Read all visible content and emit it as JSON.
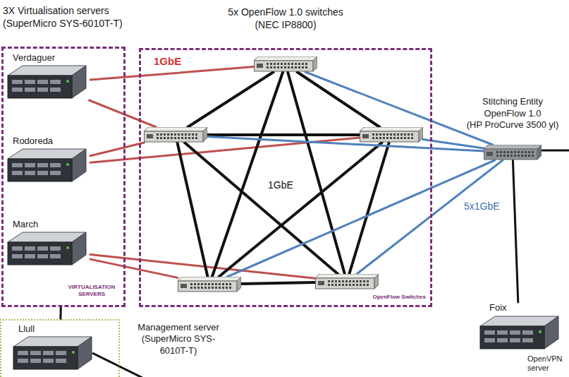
{
  "diagram": {
    "nodes": [
      {
        "text": [
          "3X Virtualisation servers (SuperMicro SYS-6010T-T)",
          "VIRTUALISATION SERVERS"
        ]
      },
      {
        "text": [
          "Verdaguer"
        ],
        "in": 0
      },
      {
        "text": [
          "Rodoreda"
        ],
        "in": 0
      },
      {
        "text": [
          "March"
        ],
        "in": 0
      },
      {
        "text": [
          "5x OpenFlow 1.0 switches (NEC IP8800)",
          "OpenFlow Switches"
        ]
      },
      {
        "text": [],
        "in": 4
      },
      {
        "text": [],
        "in": 4
      },
      {
        "text": [],
        "in": 4
      },
      {
        "text": [],
        "in": 4
      },
      {
        "text": [],
        "in": 4
      },
      {
        "text": [
          "Stitching Entity OpenFlow 1.0",
          "(HP ProCurve 3500 yl)"
        ]
      },
      {
        "text": [
          "Management server (SuperMicro SYS-6010T-T)"
        ]
      },
      {
        "text": [
          "Llull"
        ],
        "in": 11
      },
      {
        "text": [
          "Foix",
          "OpenVPN server"
        ]
      }
    ],
    "edges": [
      {
        "from": 1,
        "to": 5,
        "arrow": "none"
      },
      {
        "from": 1,
        "to": 6,
        "arrow": "none"
      },
      {
        "from": 2,
        "to": 6,
        "arrow": "none"
      },
      {
        "from": 2,
        "to": 7,
        "arrow": "none"
      },
      {
        "from": 3,
        "to": 8,
        "arrow": "none"
      },
      {
        "from": 3,
        "to": 9,
        "arrow": "none"
      },
      {
        "from": 5,
        "to": 6,
        "arrow": "none"
      },
      {
        "from": 5,
        "to": 7,
        "arrow": "none"
      },
      {
        "from": 5,
        "to": 8,
        "arrow": "none"
      },
      {
        "from": 5,
        "to": 9,
        "arrow": "none"
      },
      {
        "from": 6,
        "to": 7,
        "arrow": "none"
      },
      {
        "from": 6,
        "to": 8,
        "arrow": "none"
      },
      {
        "from": 6,
        "to": 9,
        "arrow": "none"
      },
      {
        "from": 7,
        "to": 8,
        "arrow": "none"
      },
      {
        "from": 7,
        "to": 9,
        "arrow": "none"
      },
      {
        "from": 8,
        "to": 9,
        "arrow": "none"
      },
      {
        "from": 5,
        "to": 10,
        "arrow": "none"
      },
      {
        "from": 6,
        "to": 10,
        "arrow": "none"
      },
      {
        "from": 7,
        "to": 10,
        "arrow": "none"
      },
      {
        "from": 8,
        "to": 10,
        "arrow": "none"
      },
      {
        "from": 9,
        "to": 10,
        "arrow": "none"
      },
      {
        "from": 10,
        "to": 13,
        "arrow": "none"
      },
      {
        "from": 0,
        "to": 11,
        "arrow": "none"
      }
    ],
    "labels": [
      "1GbE",
      "1GbE",
      "5x1GbE"
    ]
  }
}
